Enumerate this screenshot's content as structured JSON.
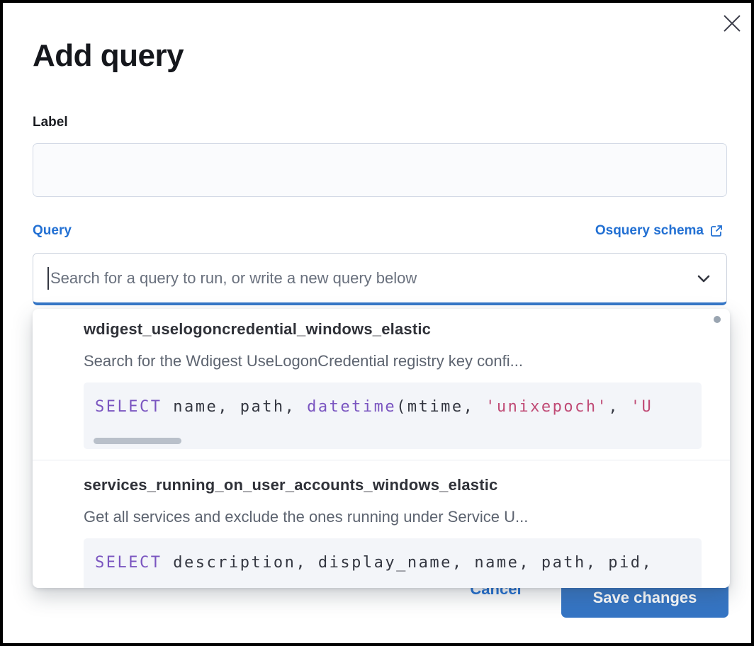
{
  "modal": {
    "title": "Add query"
  },
  "form": {
    "label_field": {
      "label": "Label",
      "value": "",
      "placeholder": ""
    },
    "query_field": {
      "label": "Query",
      "schema_link_label": "Osquery schema",
      "combobox_placeholder": "Search for a query to run, or write a new query below"
    }
  },
  "dropdown": {
    "options": [
      {
        "id": "wdigest_uselogoncredential_windows_elastic",
        "description": "Search for the Wdigest UseLogonCredential registry key confi...",
        "code": [
          {
            "t": "kw",
            "v": "SELECT"
          },
          {
            "t": "plain",
            "v": " name, path, "
          },
          {
            "t": "kw",
            "v": "datetime"
          },
          {
            "t": "plain",
            "v": "(mtime, "
          },
          {
            "t": "str",
            "v": "'unixepoch'"
          },
          {
            "t": "plain",
            "v": ", "
          },
          {
            "t": "str",
            "v": "'U"
          }
        ]
      },
      {
        "id": "services_running_on_user_accounts_windows_elastic",
        "description": "Get all services and exclude the ones running under Service U...",
        "code": [
          {
            "t": "kw",
            "v": "SELECT"
          },
          {
            "t": "plain",
            "v": " description, display_name, name, path, pid,"
          }
        ]
      }
    ]
  },
  "footer": {
    "cancel_label": "Cancel",
    "save_label": "Save changes"
  },
  "colors": {
    "link_blue": "#2270d3",
    "button_blue": "#3575c4",
    "focus_underline": "#3677c8",
    "code_keyword": "#7a55c0",
    "code_string": "#c04a75",
    "code_text": "#343741",
    "code_background": "#f3f5f9",
    "text_dark": "#343741",
    "text_muted": "#69707d"
  }
}
